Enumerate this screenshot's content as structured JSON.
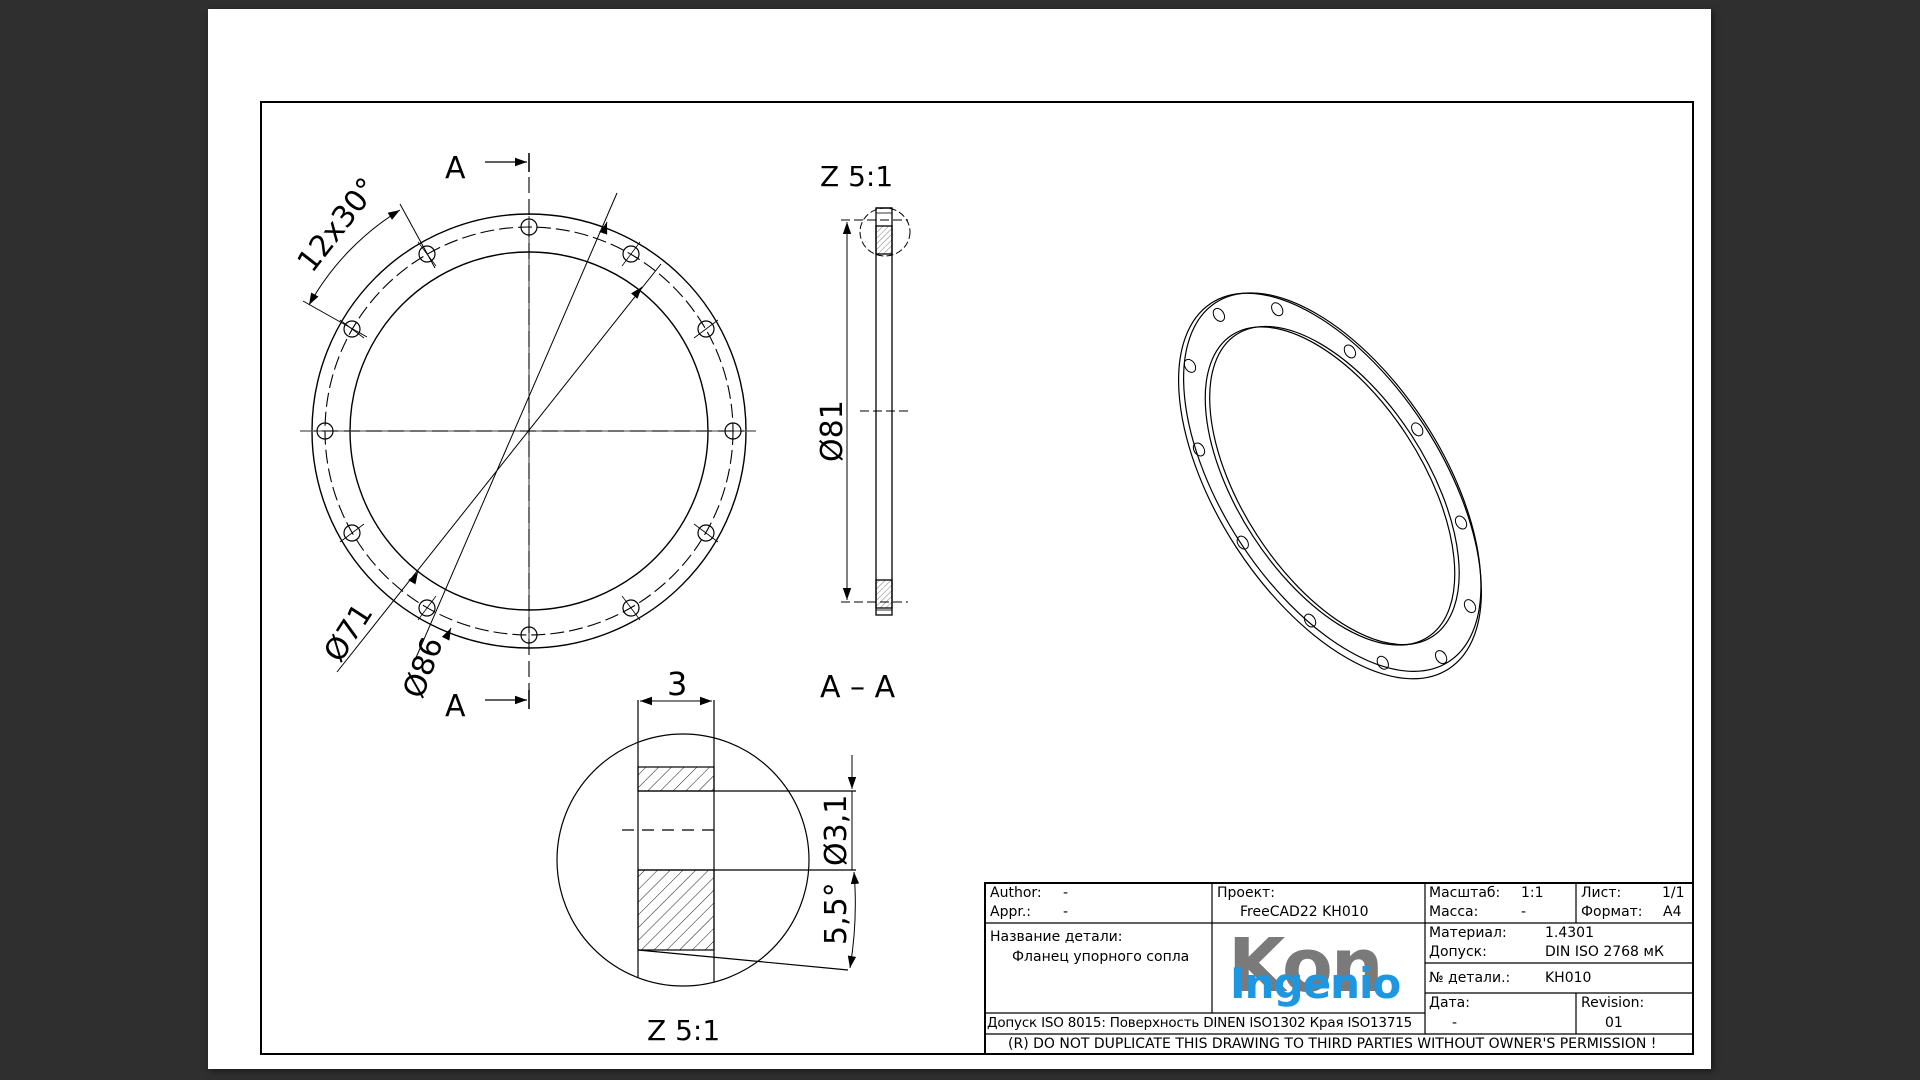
{
  "colors": {
    "background": "#2f2f2f",
    "paper": "#ffffff",
    "line": "#000000",
    "logo_gray": "#7a7a7a",
    "logo_blue": "#1e96e0"
  },
  "views": {
    "front": {
      "section_label_top": "A",
      "section_label_bottom": "A",
      "dim_pattern": "12x30°",
      "dim_inner": "Ø71",
      "dim_outer": "Ø86",
      "hole_count": 12
    },
    "section": {
      "detail_label": "Z 5:1",
      "dim_diameter": "Ø81",
      "section_title": "A – A"
    },
    "detail": {
      "dim_thickness": "3",
      "dim_hole": "Ø3,1",
      "dim_angle": "5,5°",
      "title": "Z 5:1"
    },
    "isometric": {
      "hole_count": 12
    }
  },
  "title_block": {
    "author_label": "Author:",
    "author_value": "-",
    "appr_label": "Appr.:",
    "appr_value": "-",
    "project_label": "Проект:",
    "project_value": "FreeCAD22 KH010",
    "part_name_label": "Название детали:",
    "part_name_value": "Фланец упорного сопла",
    "logo_top": "Kon",
    "logo_bottom": "Ingenio",
    "scale_label": "Масштаб:",
    "scale_value": "1:1",
    "sheet_label": "Лист:",
    "sheet_value": "1/1",
    "mass_label": "Масса:",
    "mass_value": "-",
    "format_label": "Формат:",
    "format_value": "A4",
    "material_label": "Материал:",
    "material_value": "1.4301",
    "tolerance_label": "Допуск:",
    "tolerance_value": "DIN ISO 2768 мК",
    "part_no_label": "№ детали.:",
    "part_no_value": "KH010",
    "date_label": "Дата:",
    "date_value": "-",
    "revision_label": "Revision:",
    "revision_value": "01",
    "standards": "Допуск ISO 8015: Поверхность DINEN ISO1302 Края ISO13715",
    "disclaimer": "(R) DO NOT DUPLICATE THIS DRAWING TO THIRD PARTIES WITHOUT OWNER'S PERMISSION !"
  }
}
